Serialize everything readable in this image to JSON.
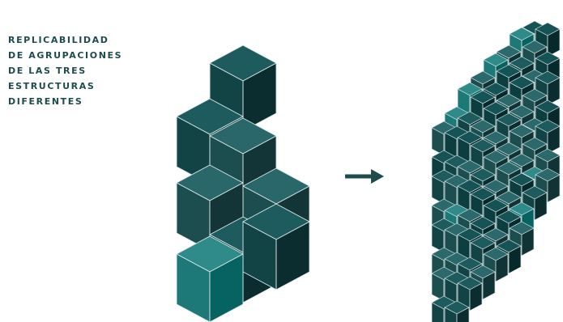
{
  "caption": {
    "lines": [
      "REPLICABILIDAD",
      "DE AGRUPACIONES",
      "DE LAS TRES",
      "ESTRUCTURAS",
      "DIFERENTES"
    ]
  },
  "colors": {
    "text": "#1f4a4e",
    "cube_top": "#1d5b5e",
    "cube_left": "#124446",
    "cube_right": "#0b2d30",
    "cube_accent": "#2f8a8a",
    "arrow": "#1f4a4e",
    "edge": "#dfe9ea"
  },
  "icons": {
    "arrow": "arrow-right-icon"
  }
}
